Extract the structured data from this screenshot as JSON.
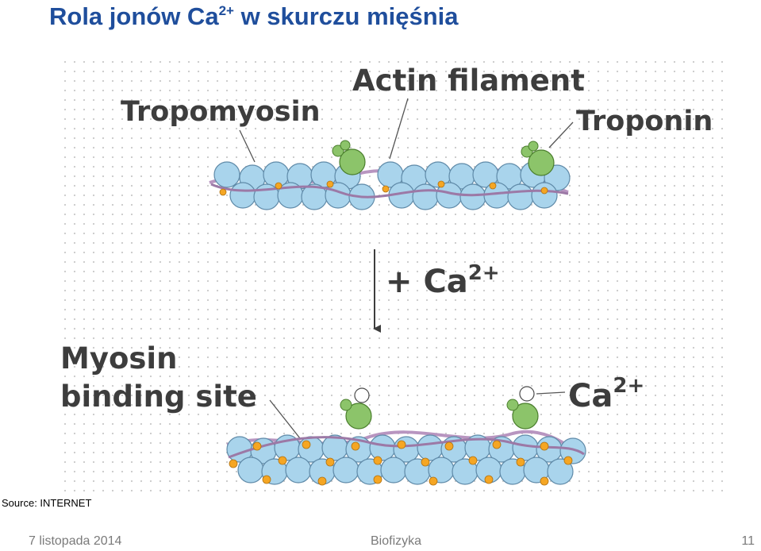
{
  "slide": {
    "title_before": "Rola jonów Ca",
    "title_sup": "2+",
    "title_after": " w skurczu mięśnia",
    "source": "Source: INTERNET",
    "footer_date": "7 listopada 2014",
    "footer_center": "Biofizyka",
    "page_number": "11",
    "title_color": "#1f4e9c"
  },
  "figure": {
    "labels": {
      "actin_filament": "Actin filament",
      "tropomyosin": "Tropomyosin",
      "troponin": "Troponin",
      "add_ca": "+ Ca",
      "add_ca_sup": "2+",
      "myosin": "Myosin",
      "binding_site": "binding site",
      "ca": "Ca",
      "ca_sup": "2+"
    },
    "colors": {
      "actin": "#a9d4ec",
      "troponin": "#8cc46a",
      "binding_site": "#f5a623",
      "tropomyosin": "#b895c0",
      "grid": "#c8c8c8"
    }
  }
}
